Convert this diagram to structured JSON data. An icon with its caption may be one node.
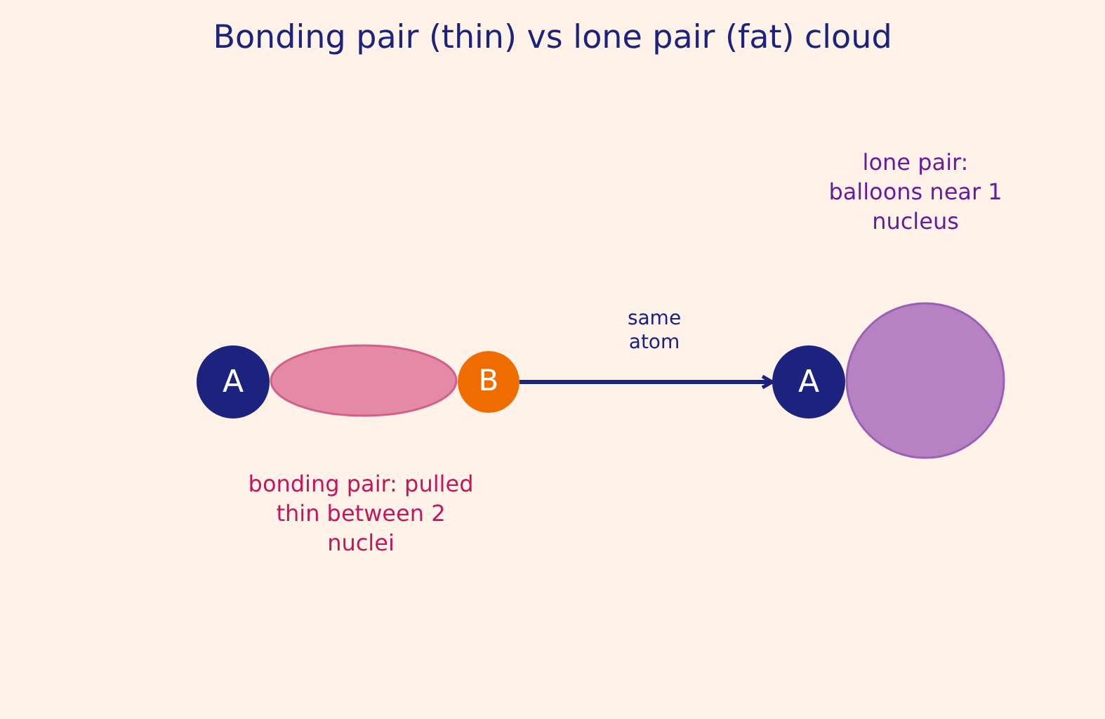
{
  "diagram": {
    "title": "Bonding pair (thin) vs lone pair (fat) cloud",
    "nodes": [
      {
        "text": [
          "A"
        ]
      },
      {
        "text": [],
        "shape": "ellipse"
      },
      {
        "text": [
          "B"
        ]
      },
      {
        "text": [
          "A"
        ]
      },
      {
        "text": [],
        "shape": "ellipse"
      }
    ],
    "edges": [
      {
        "from": 2,
        "to": 3,
        "arrow": "to",
        "label": "same atom"
      }
    ],
    "labels": [
      "lone pair: balloons near 1 nucleus",
      "bonding pair: pulled thin between 2 nuclei"
    ]
  }
}
